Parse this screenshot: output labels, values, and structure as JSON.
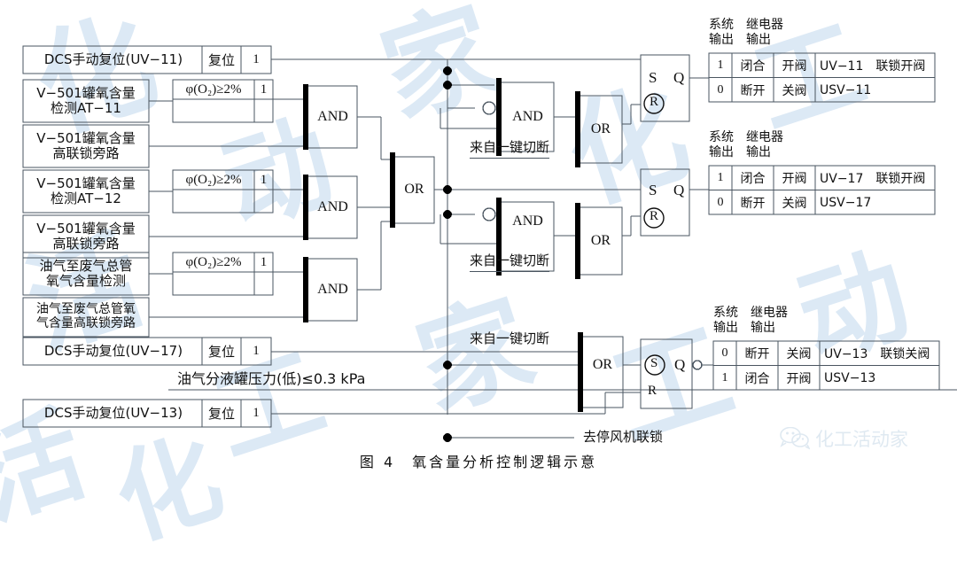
{
  "figure": {
    "caption": "图 4　氧含量分析控制逻辑示意",
    "watermark_text": "化工活动家",
    "watermark_tiles": [
      "化",
      "工",
      "活",
      "动",
      "家"
    ]
  },
  "inputs": [
    {
      "id": "dcs-uv11",
      "label": "DCS手动复位(UV−11)",
      "action": "复位",
      "value": "1"
    },
    {
      "id": "at11",
      "label": "V−501罐氧含量\n检测AT−11",
      "condition": "φ(O₂)≥2%",
      "value": "1"
    },
    {
      "id": "bypass-v501-1",
      "label": "V−501罐氧含量\n高联锁旁路"
    },
    {
      "id": "at12",
      "label": "V−501罐氧含量\n检测AT−12",
      "condition": "φ(O₂)≥2%",
      "value": "1"
    },
    {
      "id": "bypass-v501-2",
      "label": "V−501罐氧含量\n高联锁旁路"
    },
    {
      "id": "oil-gas-o2",
      "label": "油气至废气总管\n氧气含量检测",
      "condition": "φ(O₂)≥2%",
      "value": "1"
    },
    {
      "id": "oil-gas-bypass",
      "label": "油气至废气总管氧\n气含量高联锁旁路"
    },
    {
      "id": "dcs-uv17",
      "label": "DCS手动复位(UV−17)",
      "action": "复位",
      "value": "1"
    },
    {
      "id": "pressure-low",
      "label": "油气分液罐压力(低)≤0.3 kPa"
    },
    {
      "id": "dcs-uv13",
      "label": "DCS手动复位(UV−13)",
      "action": "复位",
      "value": "1"
    }
  ],
  "gates": {
    "and_label": "AND",
    "or_label": "OR",
    "and_1": "AND",
    "and_2": "AND",
    "and_3": "AND",
    "or_main": "OR",
    "and_top": "AND",
    "and_mid": "AND",
    "or_top": "OR",
    "or_mid": "OR",
    "or_bottom": "OR"
  },
  "signals": {
    "one_key_shutdown": "来自一键切断",
    "fan_interlock": "去停风机联锁"
  },
  "latches": [
    {
      "id": "sr-uv11",
      "set": "S",
      "out": "Q",
      "reset": "R",
      "reset_circled": true,
      "out_inverted": false
    },
    {
      "id": "sr-uv17",
      "set": "S",
      "out": "Q",
      "reset": "R",
      "reset_circled": true,
      "out_inverted": false
    },
    {
      "id": "sr-uv13",
      "set": "S",
      "out": "Q",
      "reset": "R",
      "set_circled": true,
      "out_inverted": true
    }
  ],
  "output_tables": [
    {
      "id": "uv11",
      "header_line1": "系统　继电器",
      "header_line2": "输出　输出",
      "rows": [
        {
          "bit": "1",
          "relay": "闭合",
          "valve": "开阀",
          "tag": "UV−11　联锁开阀"
        },
        {
          "bit": "0",
          "relay": "断开",
          "valve": "关阀",
          "tag": "USV−11"
        }
      ]
    },
    {
      "id": "uv17",
      "header_line1": "系统　继电器",
      "header_line2": "输出　输出",
      "rows": [
        {
          "bit": "1",
          "relay": "闭合",
          "valve": "开阀",
          "tag": "UV−17　联锁开阀"
        },
        {
          "bit": "0",
          "relay": "断开",
          "valve": "关阀",
          "tag": "USV−17"
        }
      ]
    },
    {
      "id": "uv13",
      "header_line1": "系统　继电器",
      "header_line2": "输出　输出",
      "rows": [
        {
          "bit": "0",
          "relay": "断开",
          "valve": "关阀",
          "tag": "UV−13　联锁关阀"
        },
        {
          "bit": "1",
          "relay": "闭合",
          "valve": "开阀",
          "tag": "USV−13"
        }
      ]
    }
  ],
  "colors": {
    "line": "#4a5560",
    "box_border": "#5a6670",
    "gate_bar": "#000000",
    "text": "#111111",
    "watermark": "#dce9f5",
    "background": "#ffffff"
  }
}
